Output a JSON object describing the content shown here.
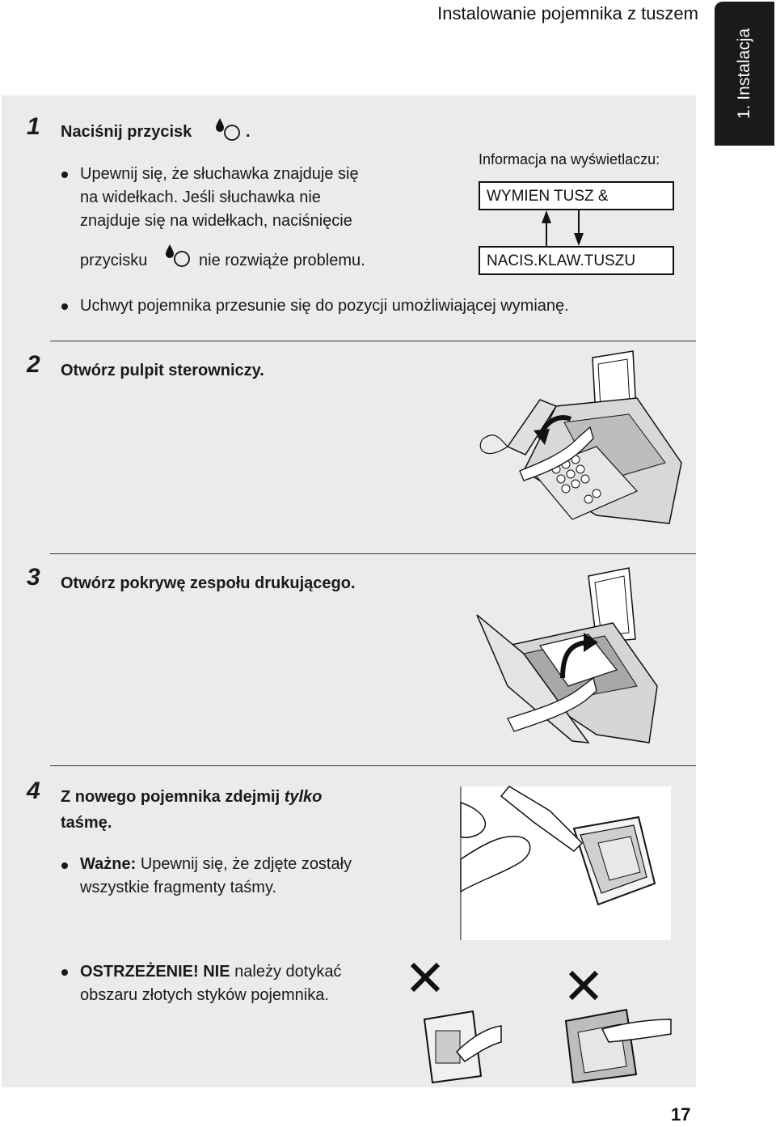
{
  "header": {
    "title": "Instalowanie pojemnika z tuszem"
  },
  "sidebar": {
    "tab_label": "1. Instalacja"
  },
  "step1": {
    "number": "1",
    "title_before": "Naciśnij przycisk",
    "title_after": ".",
    "bullet1_line1": "Upewnij się, że słuchawka znajduje się",
    "bullet1_line2": "na widełkach. Jeśli słuchawka nie",
    "bullet1_line3": "znajduje się na widełkach, naciśnięcie",
    "bullet1_line4_before": "przycisku",
    "bullet1_line4_after": "nie rozwiąże problemu.",
    "bullet2": "Uchwyt pojemnika przesunie się do pozycji umożliwiającej wymianę.",
    "display_label": "Informacja na wyświetlaczu:",
    "display_line1": "WYMIEN TUSZ &",
    "display_line2": "NACIS.KLAW.TUSZU"
  },
  "step2": {
    "number": "2",
    "title": "Otwórz pulpit sterowniczy."
  },
  "step3": {
    "number": "3",
    "title": "Otwórz pokrywę zespołu drukującego."
  },
  "step4": {
    "number": "4",
    "title_before": "Z nowego pojemnika zdejmij",
    "title_italic": "tylko",
    "title_line2": "taśmę.",
    "important_label": "Ważne:",
    "important_line1": "Upewnij się, że zdjęte zostały",
    "important_line2": "wszystkie fragmenty taśmy.",
    "warning_label": "OSTRZEŻENIE!",
    "warning_strong": "NIE",
    "warning_line1_rest": "należy dotykać",
    "warning_line2": "obszaru złotych styków pojemnika."
  },
  "footer": {
    "page_number": "17"
  },
  "icons": {
    "ink_button": "ink-drop-button-icon",
    "arrow_up": "arrow-up-icon",
    "arrow_down": "arrow-down-icon",
    "prohibited": "x-mark-icon"
  }
}
